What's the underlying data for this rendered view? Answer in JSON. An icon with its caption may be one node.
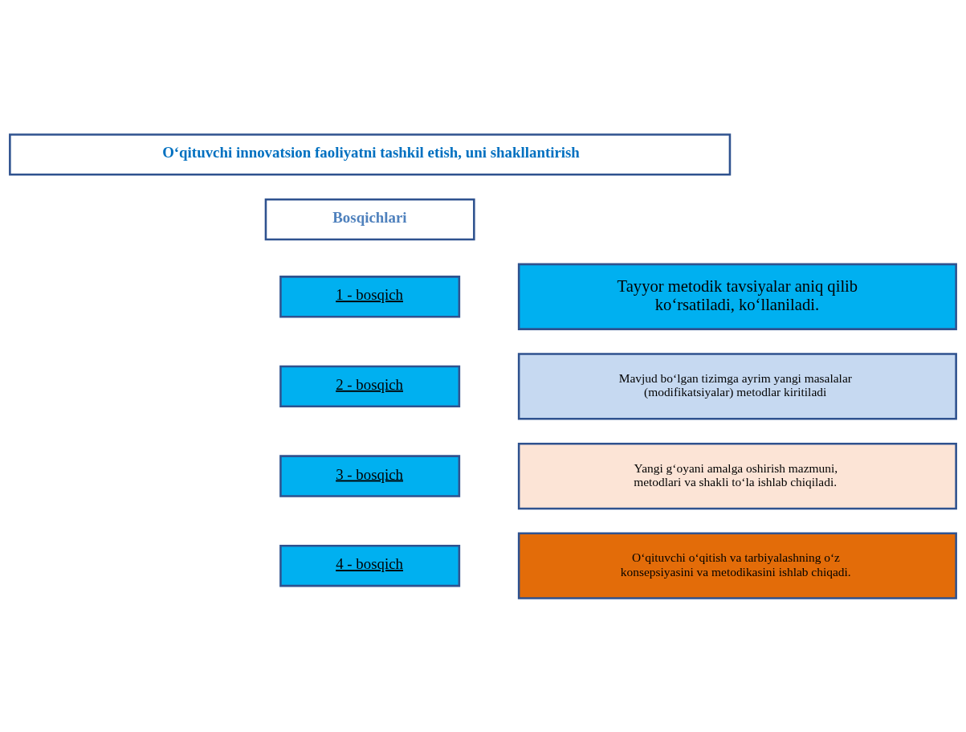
{
  "diagram": {
    "nodes": [
      {
        "text": [
          "O‘qituvchi innovatsion faoliyatni tashkil etish, uni shakllantirish"
        ]
      },
      {
        "text": [
          "Bosqichlari"
        ]
      },
      {
        "text": [
          "1 - bosqich"
        ]
      },
      {
        "text": [
          "2 - bosqich"
        ]
      },
      {
        "text": [
          "3 - bosqich"
        ]
      },
      {
        "text": [
          "4 - bosqich"
        ]
      },
      {
        "text": [
          "Tayyor metodik tavsiyalar aniq qilib ko‘rsatiladi, ko‘llaniladi."
        ]
      },
      {
        "text": [
          "Mavjud bo‘lgan tizimga ayrim yangi masalalar (modifikatsiyalar) metodlar kiritiladi"
        ]
      },
      {
        "text": [
          "Yangi g‘oyani amalga oshirish mazmuni, metodlari va shakli to‘la ishlab chiqiladi."
        ]
      },
      {
        "text": [
          "O‘qituvchi o‘qitish va tarbiyalashning o‘z konsepsiyasini va metodikasini ishlab chiqadi."
        ]
      }
    ]
  }
}
